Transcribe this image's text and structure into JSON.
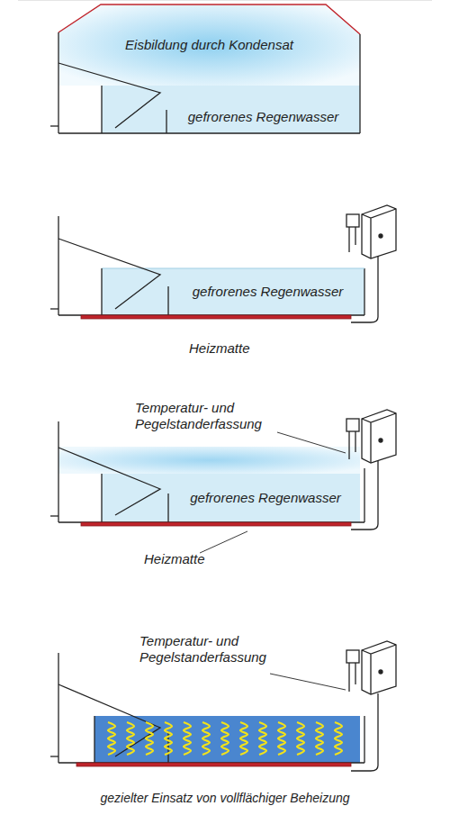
{
  "diagram": {
    "caption": "gezielter Einsatz von vollflächiger Beheizung",
    "nodes": [
      {
        "text": [
          "Eisbildung durch Kondensat"
        ]
      },
      {
        "text": [
          "gefrorenes Regenwasser"
        ]
      },
      {
        "text": [
          "gefrorenes Regenwasser"
        ]
      },
      {
        "text": [
          "gefrorenes Regenwasser"
        ]
      }
    ],
    "labels": [
      "Heizmatte",
      "Temperatur- und Pegelstanderfassung",
      "Heizmatte",
      "Temperatur- und Pegelstanderfassung"
    ]
  }
}
